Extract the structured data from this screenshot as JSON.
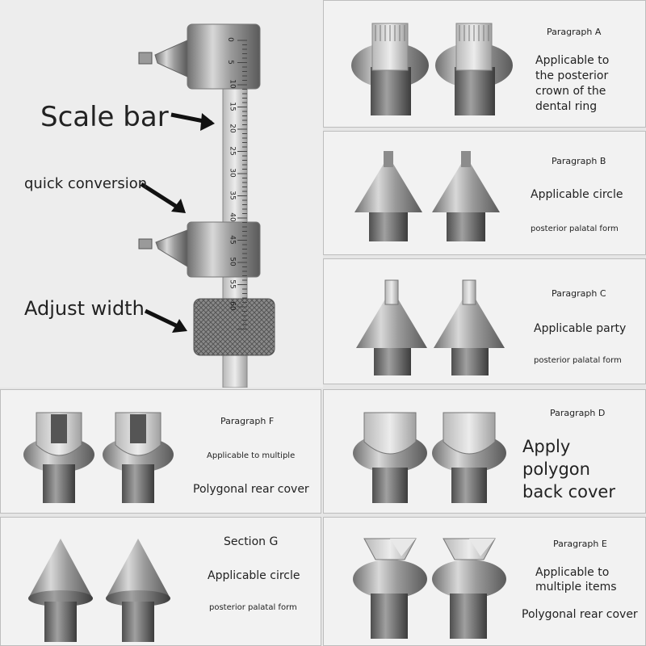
{
  "tool": {
    "scale_bar_label": "Scale bar",
    "quick_conversion_label": "quick conversion",
    "adjust_width_label": "Adjust width",
    "ruler_numbers": [
      "0",
      "5",
      "10",
      "15",
      "20",
      "25",
      "30",
      "35",
      "40",
      "45",
      "50",
      "55",
      "60"
    ]
  },
  "panels": {
    "a": {
      "title": "Paragraph A",
      "desc": [
        "Applicable to",
        "the posterior",
        "crown of the",
        "dental ring"
      ]
    },
    "b": {
      "title": "Paragraph B",
      "line1": "Applicable circle",
      "line2": "posterior palatal form"
    },
    "c": {
      "title": "Paragraph C",
      "line1": "Applicable party",
      "line2": "posterior palatal form"
    },
    "f": {
      "title": "Paragraph F",
      "line1": "Applicable to multiple",
      "line2": "Polygonal rear cover"
    },
    "d": {
      "title": "Paragraph D",
      "desc": [
        "Apply",
        "polygon",
        "back cover"
      ]
    },
    "g": {
      "title": "Section G",
      "line1": "Applicable circle",
      "line2": "posterior palatal form"
    },
    "e": {
      "title": "Paragraph E",
      "desc": [
        "Applicable to",
        "multiple items"
      ],
      "line3": "Polygonal rear cover"
    }
  },
  "colors": {
    "background": "#e6e6e6",
    "panel": "#f2f2f2",
    "metal": "#a8a8a8",
    "text": "#222222"
  }
}
